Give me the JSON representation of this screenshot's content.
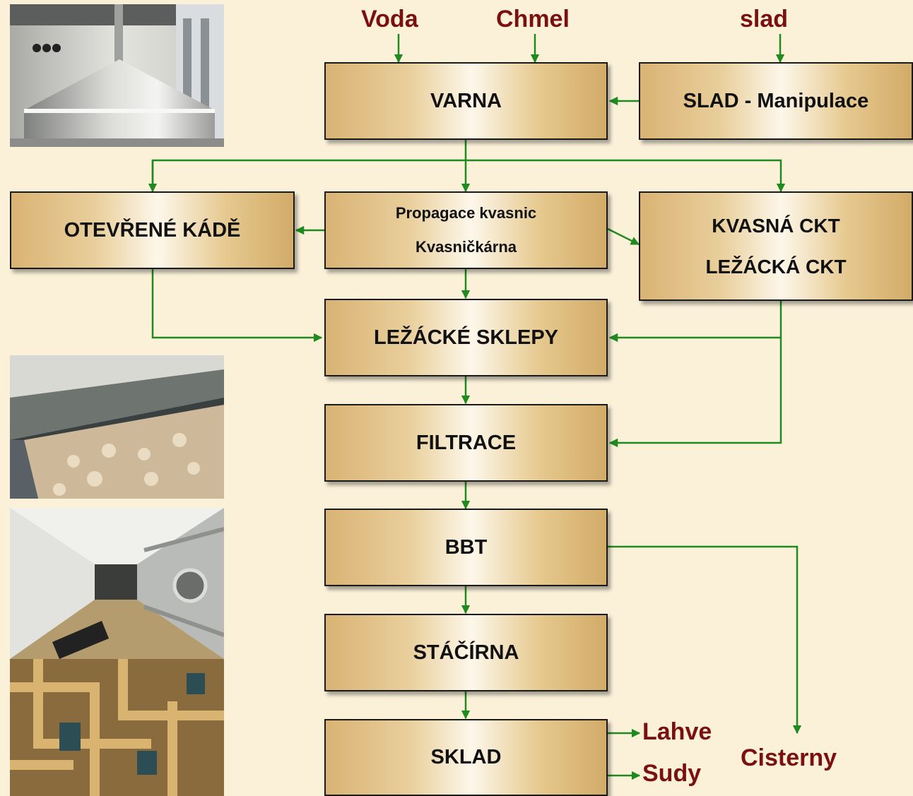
{
  "inputs": {
    "voda": "Voda",
    "chmel": "Chmel",
    "slad": "slad"
  },
  "outputs": {
    "lahve": "Lahve",
    "sudy": "Sudy",
    "cisterny": "Cisterny"
  },
  "boxes": {
    "varna": "VARNA",
    "slad_manipulace": "SLAD - Manipulace",
    "otevrene_kade": "OTEVŘENÉ KÁDĚ",
    "propagace_line1": "Propagace kvasnic",
    "propagace_line2": "Kvasničkárna",
    "ckt_line1": "KVASNÁ CKT",
    "ckt_line2": "LEŽÁCKÁ CKT",
    "lezacke_sklepy": "LEŽÁCKÉ SKLEPY",
    "filtrace": "FILTRACE",
    "bbt": "BBT",
    "stacirna": "STÁČÍRNA",
    "sklad": "SKLAD"
  },
  "colors": {
    "arrow": "#1f8a1f",
    "io_text": "#7a1010",
    "background": "#fbf1d9",
    "box_border": "#1a1a1a"
  }
}
